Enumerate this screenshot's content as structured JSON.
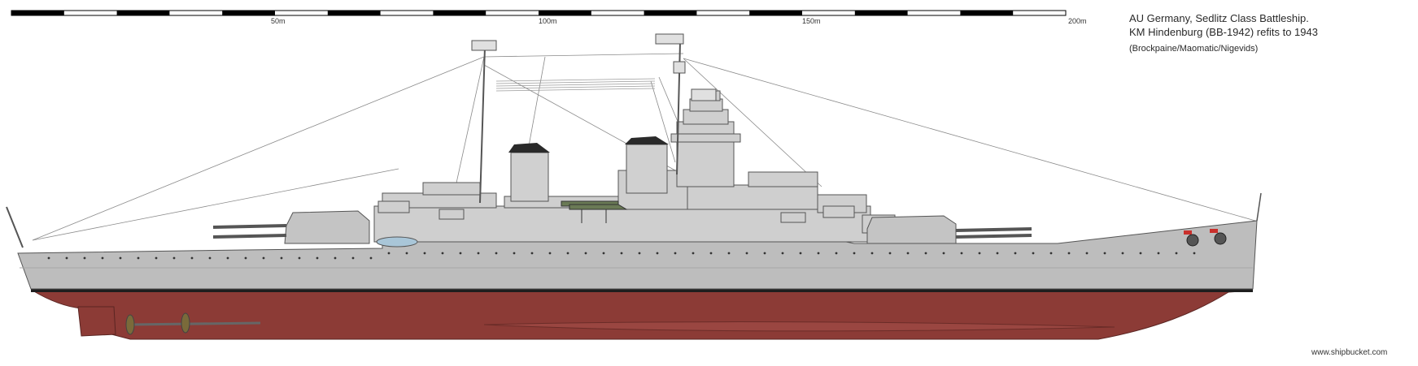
{
  "title": {
    "line1": "AU Germany, Sedlitz Class Battleship.",
    "line2": "KM Hindenburg (BB-1942) refits to 1943",
    "credits": "(Brockpaine/Maomatic/Nigevids)"
  },
  "scale_bar": {
    "labels": [
      "50m",
      "100m",
      "150m",
      "200m"
    ],
    "segments": 20
  },
  "watermark": "www.shipbucket.com",
  "colors": {
    "hull_gray": "#bdbdbd",
    "hull_dark_gray": "#9a9a9a",
    "antifouling_red": "#8c3b36",
    "boot_topping": "#1e1e1e",
    "superstructure": "#cfcfcf",
    "outline": "#555555"
  }
}
